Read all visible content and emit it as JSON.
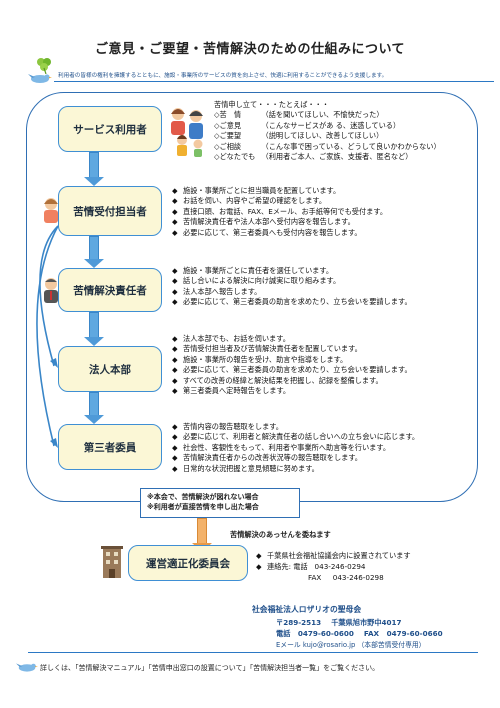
{
  "title": "ご意見・ご要望・苦情解決のための仕組みについて",
  "intro": "利用者の皆様の権利を擁護するとともに、施設・事業所のサービスの質を向上させ、快適に利用することができるよう支援します。",
  "flow": {
    "user_label": "サービス利用者",
    "reception_label": "苦情受付担当者",
    "resolver_label": "苦情解決責任者",
    "hq_label": "法人本部",
    "thirdparty_label": "第三者委員",
    "committee_label": "運営適正化委員会"
  },
  "complaint_types": {
    "heading": "苦情申し立て・・・たとえば・・・",
    "items": [
      {
        "mark": "◇",
        "name": "苦　情",
        "detail": "（話を聞いてほしい、不愉快だった）"
      },
      {
        "mark": "◇",
        "name": "ご意見",
        "detail": "（こんなサービスがあ る、迷惑している）"
      },
      {
        "mark": "◇",
        "name": "ご要望",
        "detail": "（説明してほしい、改善してほしい）"
      },
      {
        "mark": "◇",
        "name": "ご相談",
        "detail": "（こんな事で困っている、どうして良いかわからない）"
      },
      {
        "mark": "◇",
        "name": "どなたでも",
        "detail": "（利用者ご本人、ご家族、支援者、匿名など）"
      }
    ]
  },
  "reception_points": [
    "施設・事業所ごとに担当職員を配置しています。",
    "お話を伺い、内容やご希望の確認をします。",
    "直接口頭、お電話、FAX、Eメール、お手紙等何でも受付ます。",
    "苦情解決責任者や法人本部へ受付内容を報告します。",
    "必要に応じて、第三者委員へも受付内容を報告します。"
  ],
  "resolver_points": [
    "施設・事業所ごとに責任者を選任しています。",
    "話し合いによる解決に向け誠実に取り組みます。",
    "法人本部へ報告します。",
    "必要に応じて、第三者委員の助言を求めたり、立ち会いを要請します。"
  ],
  "hq_points": [
    "法人本部でも、お話を伺います。",
    "苦情受付担当者及び苦情解決責任者を配置しています。",
    "施設・事業所の報告を受け、助言や指導をします。",
    "必要に応じて、第三者委員の助言を求めたり、立ち会いを要請します。",
    "すべての改善の経緯と解決結果を把握し、記録を整備します。",
    "第三者委員へ定時報告をします。"
  ],
  "thirdparty_points": [
    "苦情内容の報告聴取をします。",
    "必要に応じて、利用者と解決責任者の話し合いへの立ち会いに応じます。",
    "社会性、客観性をもって、利用者や事業所へ助言等を行います。",
    "苦情解決責任者からの改善状況等の報告聴取をします。",
    "日常的な状況把握と意見傾聴に努めます。"
  ],
  "bullet": "◆",
  "notes": [
    "※本会で、苦情解決が図れない場合",
    "※利用者が直接苦情を申し出た場合"
  ],
  "mediation_note": "苦情解決のあっせんを委ねます",
  "committee_info": {
    "line1": "千葉県社会福祉協議会内に設置されています",
    "contact_label": "連絡先:",
    "tel_label": "電話",
    "tel": "043-246-0294",
    "fax_label": "FAX",
    "fax": "043-246-0298"
  },
  "organization": {
    "name": "社会福祉法人ロザリオの聖母会",
    "postal": "〒289-2513",
    "address": "千葉県旭市野中4017",
    "tel_label": "電話",
    "tel": "0479-60-0600",
    "fax_label": "FAX",
    "fax": "0479-60-0660",
    "email_label": "Eメール",
    "email": "kujo@rosario.jp",
    "email_note": "（本部苦情受付専用）"
  },
  "footer": "詳しくは、「苦情解決マニュアル」「苦情申出窓口の設置について」「苦情解決担当者一覧」をご覧ください。",
  "colors": {
    "accent": "#2f6fb4",
    "box_fill": "#fbf7d6",
    "arrow": "#5fa8e0"
  }
}
